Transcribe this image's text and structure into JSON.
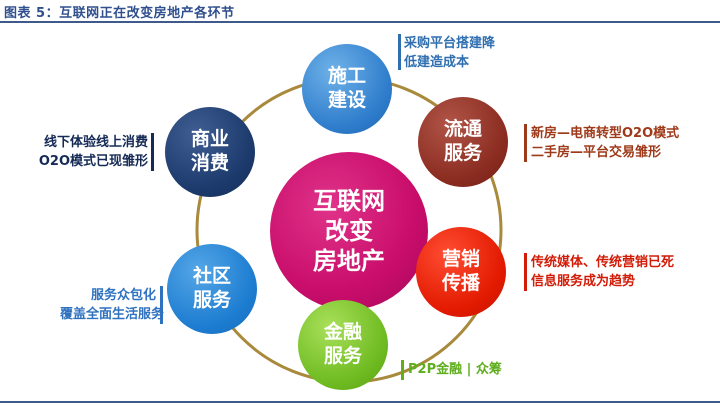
{
  "figure": {
    "title": "图表 5：互联网正在改变房地产各环节"
  },
  "center": {
    "line1": "互联网",
    "line2": "改变",
    "line3": "房地产"
  },
  "nodes": {
    "construction": {
      "line1": "施工",
      "line2": "建设"
    },
    "circulation": {
      "line1": "流通",
      "line2": "服务"
    },
    "marketing": {
      "line1": "营销",
      "line2": "传播"
    },
    "finance": {
      "line1": "金融",
      "line2": "服务"
    },
    "community": {
      "line1": "社区",
      "line2": "服务"
    },
    "commerce": {
      "line1": "商业",
      "line2": "消费"
    }
  },
  "annotations": {
    "construction": {
      "line1": "采购平台搭建降",
      "line2": "低建造成本"
    },
    "circulation": {
      "line1": "新房—电商转型O2O模式",
      "line2": "二手房—平台交易雏形"
    },
    "marketing": {
      "line1": "传统媒体、传统营销已死",
      "line2": "信息服务成为趋势"
    },
    "finance": {
      "line1": "P2P金融 | 众筹"
    },
    "community": {
      "line1": "服务众包化",
      "line2": "覆盖全面生活服务"
    },
    "commerce": {
      "line1": "线下体验线上消费",
      "line2": "O2O模式已现雏形"
    }
  },
  "colors": {
    "ring": "#a98a3c",
    "center": "#c80d6a",
    "construction": "#2f7dcc",
    "circulation": "#8b2c21",
    "marketing": "#e21a00",
    "finance": "#6fbb22",
    "community": "#1d7dd1",
    "commerce": "#1c3a6c"
  }
}
